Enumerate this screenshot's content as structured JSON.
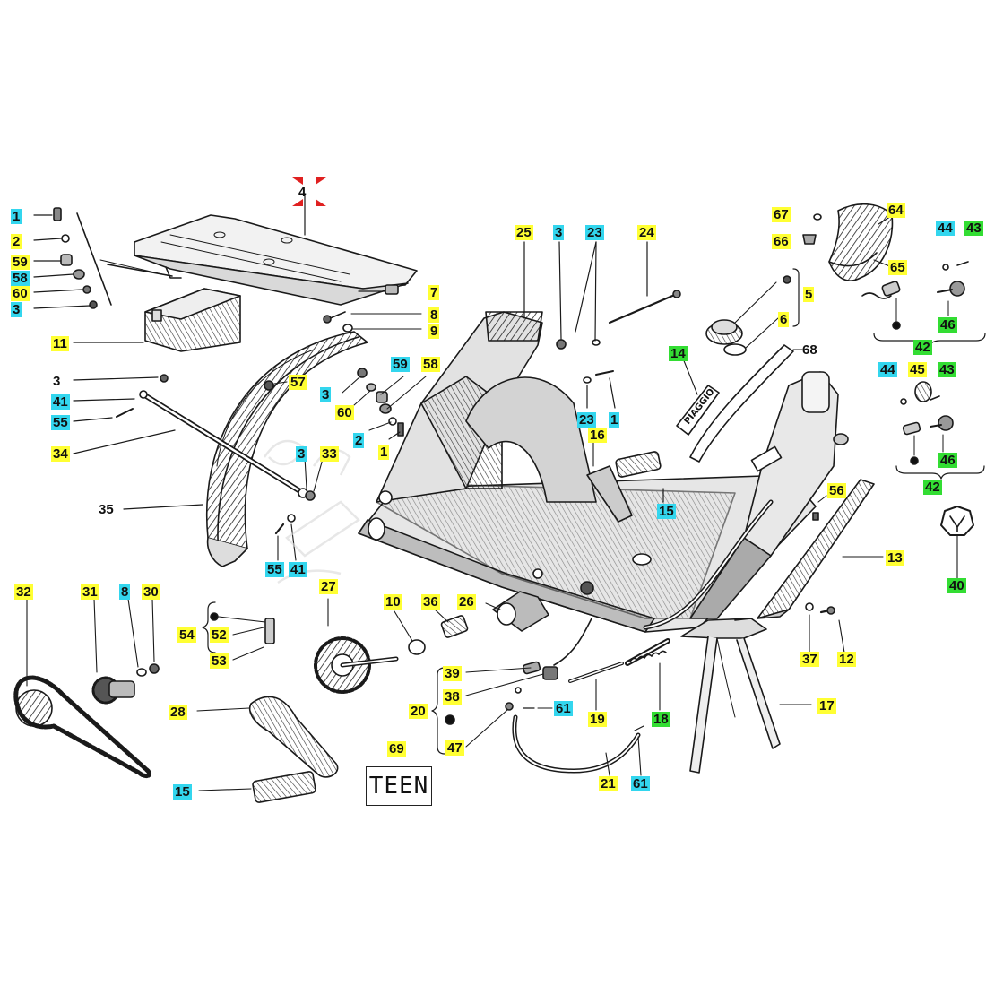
{
  "diagram": {
    "brand_badge": "PIAGGIO",
    "box_text": "TEEN",
    "palette": {
      "yellow": "#ffff33",
      "cyan": "#33d6ee",
      "green": "#33dd33",
      "line": "#1a1a1a"
    },
    "callouts": [
      {
        "id": "c1",
        "label": "1",
        "color": "cyan"
      },
      {
        "id": "c2",
        "label": "2",
        "color": "yellow"
      },
      {
        "id": "c3",
        "label": "59",
        "color": "yellow"
      },
      {
        "id": "c4",
        "label": "58",
        "color": "cyan"
      },
      {
        "id": "c5",
        "label": "60",
        "color": "yellow"
      },
      {
        "id": "c6",
        "label": "3",
        "color": "cyan"
      },
      {
        "id": "c7",
        "label": "4",
        "color": "red"
      },
      {
        "id": "c8",
        "label": "7",
        "color": "yellow"
      },
      {
        "id": "c9",
        "label": "8",
        "color": "yellow"
      },
      {
        "id": "c10",
        "label": "9",
        "color": "yellow"
      },
      {
        "id": "c11",
        "label": "11",
        "color": "yellow"
      },
      {
        "id": "c12",
        "label": "3",
        "color": "none"
      },
      {
        "id": "c13",
        "label": "41",
        "color": "cyan"
      },
      {
        "id": "c14",
        "label": "55",
        "color": "cyan"
      },
      {
        "id": "c15",
        "label": "34",
        "color": "yellow"
      },
      {
        "id": "c16",
        "label": "57",
        "color": "yellow"
      },
      {
        "id": "c17",
        "label": "3",
        "color": "cyan"
      },
      {
        "id": "c18",
        "label": "60",
        "color": "yellow"
      },
      {
        "id": "c19",
        "label": "59",
        "color": "cyan"
      },
      {
        "id": "c20",
        "label": "58",
        "color": "yellow"
      },
      {
        "id": "c21",
        "label": "2",
        "color": "cyan"
      },
      {
        "id": "c22",
        "label": "1",
        "color": "yellow"
      },
      {
        "id": "c23",
        "label": "3",
        "color": "cyan"
      },
      {
        "id": "c24",
        "label": "33",
        "color": "yellow"
      },
      {
        "id": "c25",
        "label": "35",
        "color": "none"
      },
      {
        "id": "c26",
        "label": "55",
        "color": "cyan"
      },
      {
        "id": "c27",
        "label": "41",
        "color": "cyan"
      },
      {
        "id": "c28",
        "label": "25",
        "color": "yellow"
      },
      {
        "id": "c29",
        "label": "3",
        "color": "cyan"
      },
      {
        "id": "c30",
        "label": "23",
        "color": "cyan"
      },
      {
        "id": "c31",
        "label": "24",
        "color": "yellow"
      },
      {
        "id": "c32",
        "label": "23",
        "color": "cyan"
      },
      {
        "id": "c33",
        "label": "1",
        "color": "cyan"
      },
      {
        "id": "c34",
        "label": "16",
        "color": "yellow"
      },
      {
        "id": "c35",
        "label": "15",
        "color": "cyan"
      },
      {
        "id": "c36",
        "label": "14",
        "color": "green"
      },
      {
        "id": "c37",
        "label": "67",
        "color": "yellow"
      },
      {
        "id": "c38",
        "label": "66",
        "color": "yellow"
      },
      {
        "id": "c39",
        "label": "64",
        "color": "yellow"
      },
      {
        "id": "c40",
        "label": "65",
        "color": "yellow"
      },
      {
        "id": "c41",
        "label": "5",
        "color": "yellow"
      },
      {
        "id": "c42",
        "label": "6",
        "color": "yellow"
      },
      {
        "id": "c43",
        "label": "68",
        "color": "none"
      },
      {
        "id": "c44",
        "label": "44",
        "color": "cyan"
      },
      {
        "id": "c45",
        "label": "43",
        "color": "green"
      },
      {
        "id": "c46",
        "label": "46",
        "color": "green"
      },
      {
        "id": "c47",
        "label": "42",
        "color": "green"
      },
      {
        "id": "c48",
        "label": "44",
        "color": "cyan"
      },
      {
        "id": "c49",
        "label": "45",
        "color": "yellow"
      },
      {
        "id": "c50",
        "label": "43",
        "color": "green"
      },
      {
        "id": "c51",
        "label": "46",
        "color": "green"
      },
      {
        "id": "c52",
        "label": "42",
        "color": "green"
      },
      {
        "id": "c53",
        "label": "56",
        "color": "yellow"
      },
      {
        "id": "c54",
        "label": "13",
        "color": "yellow"
      },
      {
        "id": "c55",
        "label": "40",
        "color": "green"
      },
      {
        "id": "c56",
        "label": "32",
        "color": "yellow"
      },
      {
        "id": "c57",
        "label": "31",
        "color": "yellow"
      },
      {
        "id": "c58",
        "label": "8",
        "color": "cyan"
      },
      {
        "id": "c59",
        "label": "30",
        "color": "yellow"
      },
      {
        "id": "c60",
        "label": "27",
        "color": "yellow"
      },
      {
        "id": "c61",
        "label": "10",
        "color": "yellow"
      },
      {
        "id": "c62",
        "label": "36",
        "color": "yellow"
      },
      {
        "id": "c63",
        "label": "26",
        "color": "yellow"
      },
      {
        "id": "c64",
        "label": "54",
        "color": "yellow"
      },
      {
        "id": "c65",
        "label": "52",
        "color": "yellow"
      },
      {
        "id": "c66",
        "label": "53",
        "color": "yellow"
      },
      {
        "id": "c67",
        "label": "37",
        "color": "yellow"
      },
      {
        "id": "c68",
        "label": "12",
        "color": "yellow"
      },
      {
        "id": "c69",
        "label": "17",
        "color": "yellow"
      },
      {
        "id": "c70",
        "label": "39",
        "color": "yellow"
      },
      {
        "id": "c71",
        "label": "38",
        "color": "yellow"
      },
      {
        "id": "c72",
        "label": "20",
        "color": "yellow"
      },
      {
        "id": "c73",
        "label": "47",
        "color": "yellow"
      },
      {
        "id": "c74",
        "label": "61",
        "color": "cyan"
      },
      {
        "id": "c75",
        "label": "19",
        "color": "yellow"
      },
      {
        "id": "c76",
        "label": "18",
        "color": "green"
      },
      {
        "id": "c77",
        "label": "21",
        "color": "yellow"
      },
      {
        "id": "c78",
        "label": "61",
        "color": "cyan"
      },
      {
        "id": "c79",
        "label": "28",
        "color": "yellow"
      },
      {
        "id": "c80",
        "label": "15",
        "color": "cyan"
      },
      {
        "id": "c81",
        "label": "69",
        "color": "yellow"
      }
    ]
  }
}
